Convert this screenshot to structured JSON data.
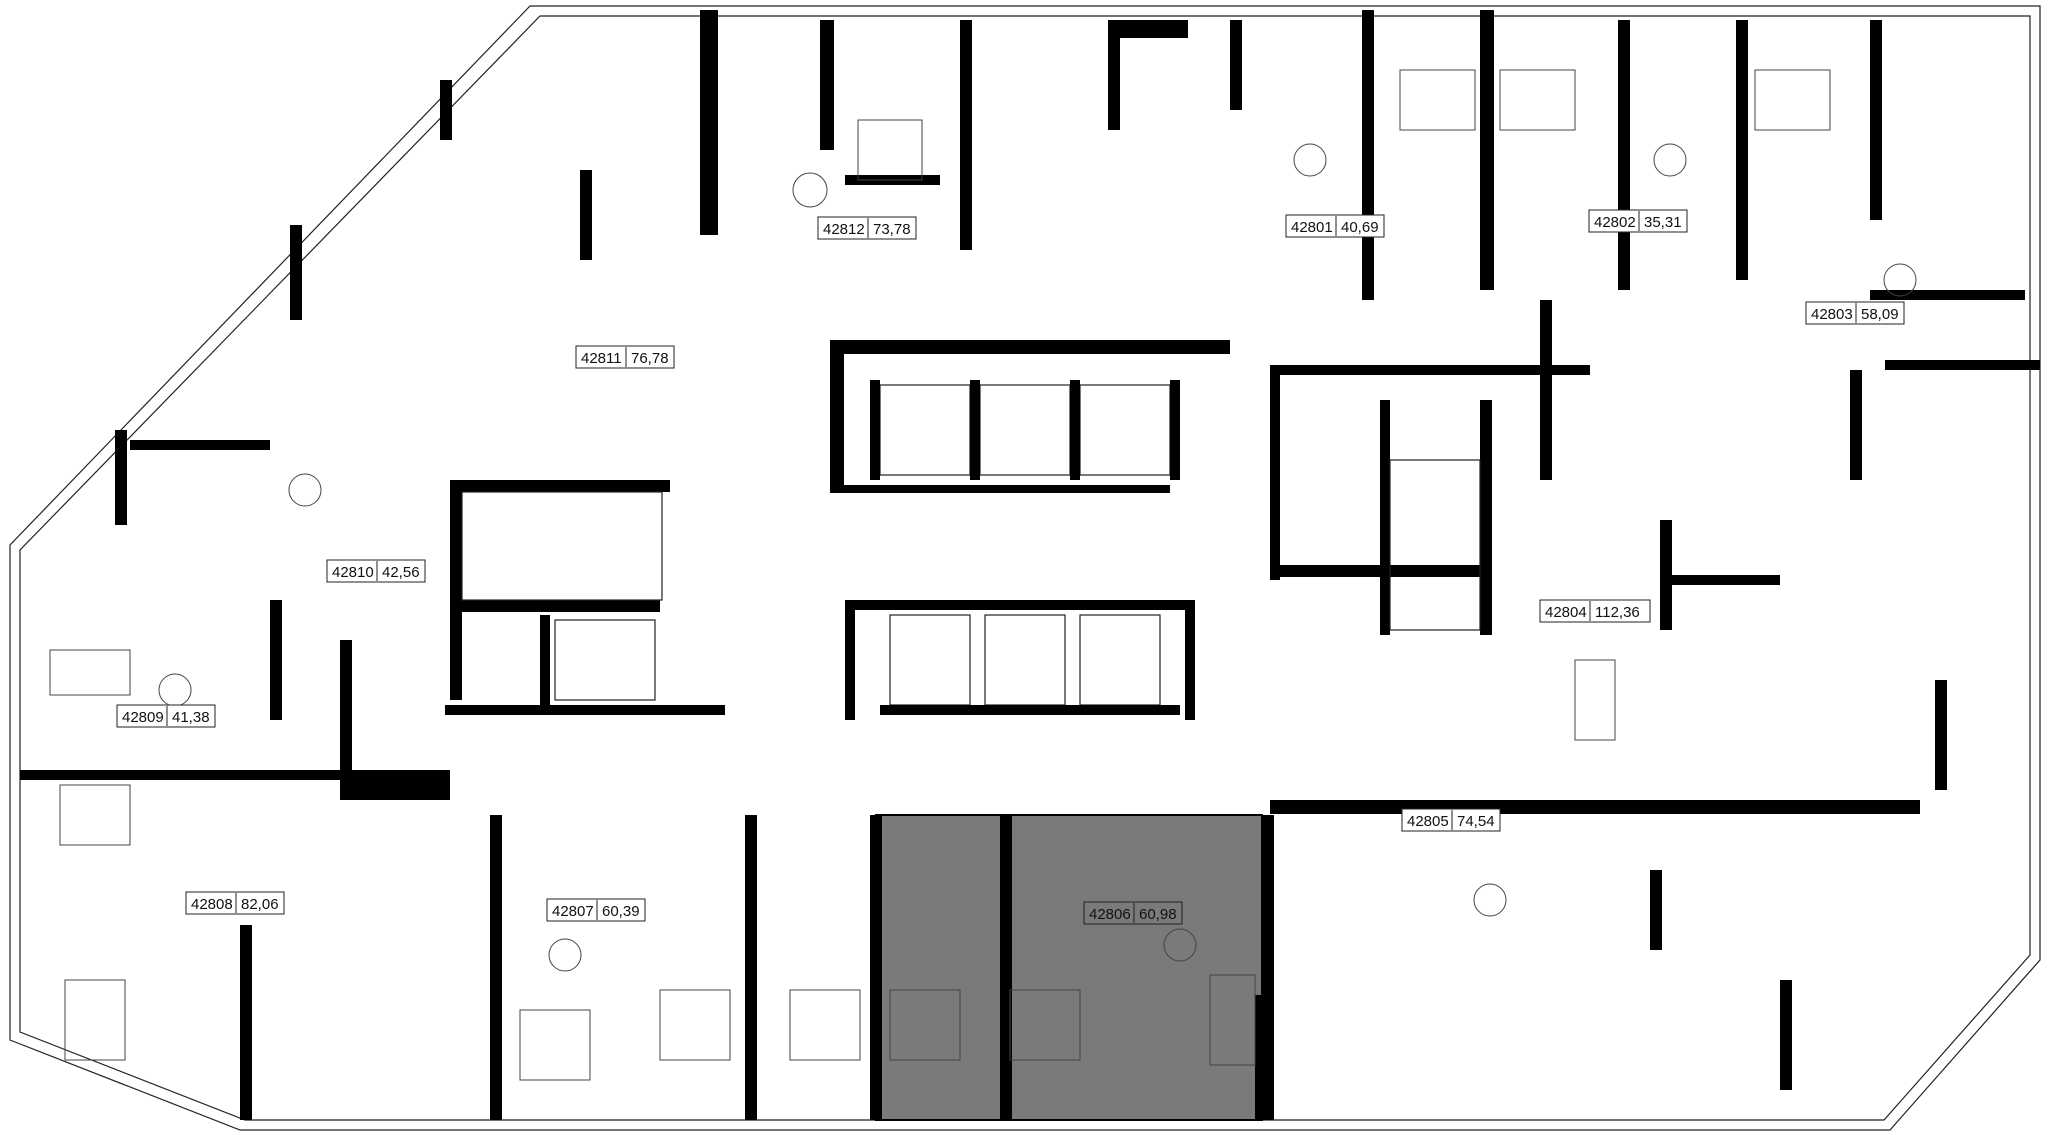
{
  "highlight_color": "#7a7a7a",
  "units": [
    {
      "number": "42801",
      "area": "40,69",
      "highlighted": false
    },
    {
      "number": "42802",
      "area": "35,31",
      "highlighted": false
    },
    {
      "number": "42803",
      "area": "58,09",
      "highlighted": false
    },
    {
      "number": "42804",
      "area": "112,36",
      "highlighted": false
    },
    {
      "number": "42805",
      "area": "74,54",
      "highlighted": false
    },
    {
      "number": "42806",
      "area": "60,98",
      "highlighted": true
    },
    {
      "number": "42807",
      "area": "60,39",
      "highlighted": false
    },
    {
      "number": "42808",
      "area": "82,06",
      "highlighted": false
    },
    {
      "number": "42809",
      "area": "41,38",
      "highlighted": false
    },
    {
      "number": "42810",
      "area": "42,56",
      "highlighted": false
    },
    {
      "number": "42811",
      "area": "76,78",
      "highlighted": false
    },
    {
      "number": "42812",
      "area": "73,78",
      "highlighted": false
    }
  ]
}
